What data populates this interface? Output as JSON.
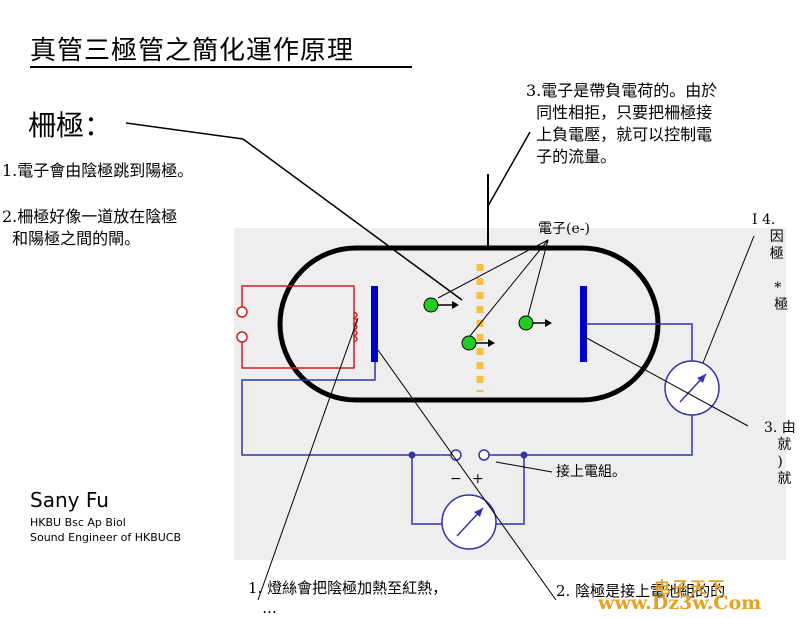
{
  "title": "真管三極管之簡化運作原理",
  "grid_heading": "柵極：",
  "notes": {
    "electron_travel": "1.電子會由陰極跳到陽極。",
    "grid_gate": "2.柵極好像一道放在陰極\n  和陽極之間的閘。",
    "control_flow": "3.電子是帶負電荷的。由於\n  同性相拒，只要把柵極接\n  上負電壓，就可以控制電\n  子的流量。",
    "right_4": "I 4.\n    因\n    極\n\n     *\n     極",
    "right_3": "3. 由\n   就\n   )\n   就",
    "bottom_1": "1. 燈絲會把陰極加熱至紅熱，\n   ...",
    "bottom_2": "2. 陰極是接上電池組的的"
  },
  "labels": {
    "electrons": "電子(e-)",
    "battery": "接上電組。",
    "minus": "−",
    "plus": "+"
  },
  "author": {
    "name": "Sany Fu",
    "line1": "HKBU Bsc Ap Biol",
    "line2": "Sound Engineer of HKBUCB"
  },
  "watermark": {
    "cn": "电子天下",
    "url": "www.Dz3w.Com"
  },
  "colors": {
    "panel": "#eeeeee",
    "tube_outline": "#000000",
    "electrode": "#0000cc",
    "grid": "#f5c040",
    "electron": "#22cc22",
    "heater_wire": "#cc2222",
    "circuit_wire": "#3333aa",
    "watermark": "#e8a020"
  }
}
